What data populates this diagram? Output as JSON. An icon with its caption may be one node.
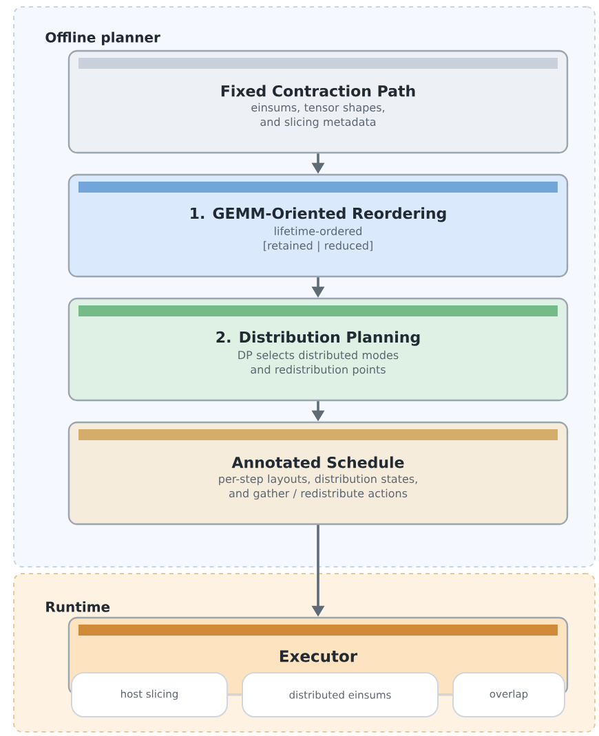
{
  "diagram": {
    "nodes": [
      {
        "text": [
          "Offline planner"
        ]
      },
      {
        "text": [
          "Fixed Contraction Path",
          "einsums, tensor shapes, and slicing metadata"
        ],
        "in": 0
      },
      {
        "text": [
          "1. GEMM-Oriented Reordering",
          "lifetime-ordered [retained | reduced]"
        ],
        "in": 0
      },
      {
        "text": [
          "2. Distribution Planning",
          "DP selects distributed modes and redistribution points"
        ],
        "in": 0
      },
      {
        "text": [
          "Annotated Schedule",
          "per-step layouts, distribution states, and gather / redistribute actions"
        ],
        "in": 0
      },
      {
        "text": [
          "Runtime"
        ]
      },
      {
        "text": [
          "Executor"
        ],
        "in": 5
      },
      {
        "text": [
          "host slicing"
        ],
        "in": 5
      },
      {
        "text": [
          "distributed einsums"
        ],
        "in": 5
      },
      {
        "text": [
          "overlap"
        ],
        "in": 5
      }
    ],
    "edges": [
      {
        "from": 1,
        "to": 2,
        "arrow": "to"
      },
      {
        "from": 2,
        "to": 3,
        "arrow": "to"
      },
      {
        "from": 3,
        "to": 4,
        "arrow": "to"
      },
      {
        "from": 4,
        "to": 6,
        "arrow": "to"
      },
      {
        "from": 7,
        "to": 8,
        "arrow": "none",
        "color": "#cfd6de"
      },
      {
        "from": 8,
        "to": 9,
        "arrow": "none",
        "color": "#cfd6de"
      }
    ]
  }
}
